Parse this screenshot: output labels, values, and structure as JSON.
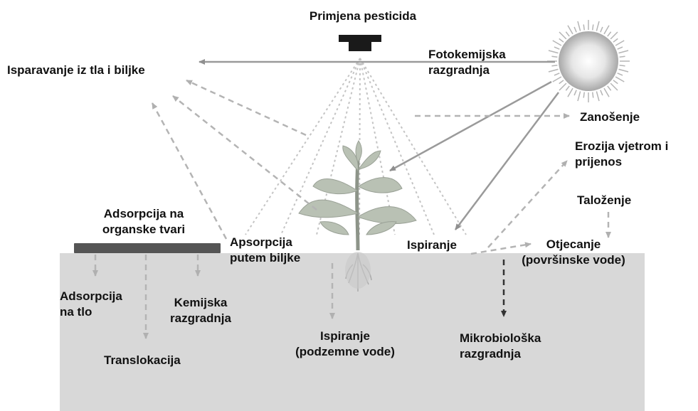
{
  "labels": {
    "application": "Primjena pesticida",
    "volatilization": "Isparavanje iz tla i biljke",
    "photodegradation": "Fotokemijska\nrazgradnja",
    "drift": "Zanošenje",
    "wind_erosion": "Erozija vjetrom i\nprijenos",
    "deposition": "Taloženje",
    "organic_adsorption": "Adsorpcija na\norganske tvari",
    "plant_absorption": "Apsorpcija\nputem biljke",
    "washoff": "Ispiranje",
    "runoff": "Otjecanje\n(površinske vode)",
    "soil_adsorption": "Adsorpcija\nna tlo",
    "chemical_degradation": "Kemijska\nrazgradnja",
    "translocation": "Translokacija",
    "leaching": "Ispiranje\n(podzemne vode)",
    "microbial_degradation": "Mikrobiološka\nrazgradnja"
  },
  "colors": {
    "soil": "#d8d8d8",
    "organic_layer": "#555555",
    "arrow_solid": "#9a9a9a",
    "arrow_dashed": "#b4b4b4",
    "sprayer": "#1a1a1a",
    "plant": "#b9c1b4"
  },
  "icons": [
    "sprayer-icon",
    "sun-icon",
    "plant-icon",
    "roots-icon"
  ]
}
